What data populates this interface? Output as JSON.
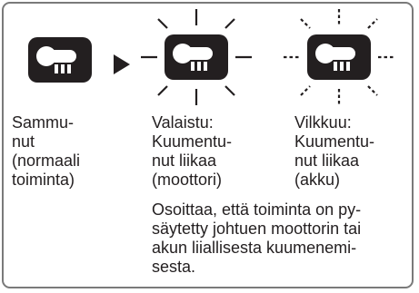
{
  "states": [
    {
      "icon": "thermometer-icon",
      "mode": "off",
      "label": "Sammu-\nnut\n(normaali\ntoiminta)"
    },
    {
      "icon": "thermometer-icon",
      "mode": "lit",
      "label": "Valaistu:\nKuumentu-\nnut liikaa\n(moottori)"
    },
    {
      "icon": "thermometer-icon",
      "mode": "blinking",
      "label": "Vilkkuu:\nKuumentu-\nnut liikaa\n(akku)"
    }
  ],
  "arrow_icon": "triangle-right-icon",
  "note": "Osoittaa, että toiminta on py-\nsäytetty johtuen moottorin tai\nakun liiallisesta kuumenemi-\nsesta.",
  "colors": {
    "icon_background": "#231f20",
    "icon_symbol": "#ffffff",
    "frame_border": "#7a7a7a",
    "text": "#231f20"
  }
}
